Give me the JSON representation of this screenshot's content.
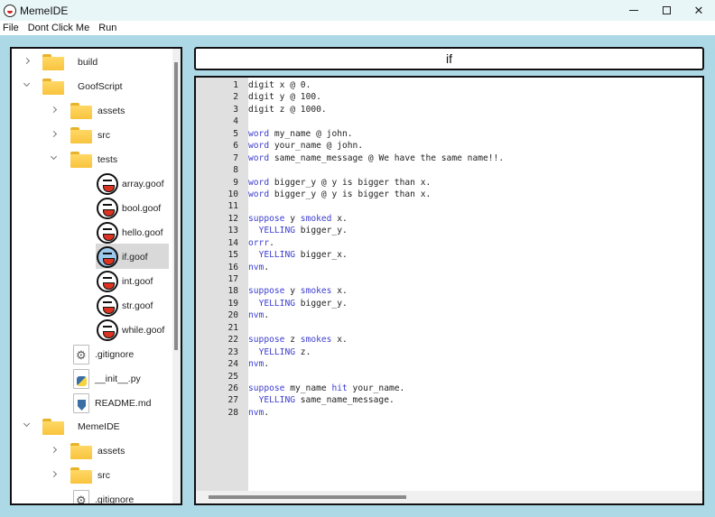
{
  "window": {
    "title": "MemeIDE",
    "controls": {
      "minimize": "minimize",
      "maximize": "maximize",
      "close": "✕"
    }
  },
  "menu": {
    "items": [
      {
        "label": "File"
      },
      {
        "label": "Dont Click Me"
      },
      {
        "label": "Run"
      }
    ]
  },
  "sidebar": {
    "items": [
      {
        "label": "build",
        "type": "folder",
        "expanded": false,
        "depth": 0
      },
      {
        "label": "GoofScript",
        "type": "folder",
        "expanded": true,
        "depth": 0
      },
      {
        "label": "assets",
        "type": "folder",
        "expanded": false,
        "depth": 1
      },
      {
        "label": "src",
        "type": "folder",
        "expanded": false,
        "depth": 1
      },
      {
        "label": "tests",
        "type": "folder",
        "expanded": true,
        "depth": 1
      },
      {
        "label": "array.goof",
        "type": "goof",
        "depth": 2
      },
      {
        "label": "bool.goof",
        "type": "goof",
        "depth": 2
      },
      {
        "label": "hello.goof",
        "type": "goof",
        "depth": 2
      },
      {
        "label": "if.goof",
        "type": "goof",
        "depth": 2,
        "selected": true
      },
      {
        "label": "int.goof",
        "type": "goof",
        "depth": 2
      },
      {
        "label": "str.goof",
        "type": "goof",
        "depth": 2
      },
      {
        "label": "while.goof",
        "type": "goof",
        "depth": 2
      },
      {
        "label": ".gitignore",
        "type": "gear-file",
        "depth": 1
      },
      {
        "label": "__init__.py",
        "type": "python-file",
        "depth": 1
      },
      {
        "label": "README.md",
        "type": "markdown-file",
        "depth": 1
      },
      {
        "label": "MemeIDE",
        "type": "folder",
        "expanded": true,
        "depth": 0
      },
      {
        "label": "assets",
        "type": "folder",
        "expanded": false,
        "depth": 1
      },
      {
        "label": "src",
        "type": "folder",
        "expanded": false,
        "depth": 1
      },
      {
        "label": ".gitignore",
        "type": "gear-file",
        "depth": 1
      }
    ]
  },
  "search": {
    "value": "if"
  },
  "editor": {
    "accent_keyword_color": "#3d3dcf",
    "lines": [
      {
        "n": "1",
        "code": "digit x @ 0."
      },
      {
        "n": "2",
        "code": "digit y @ 100."
      },
      {
        "n": "3",
        "code": "digit z @ 1000."
      },
      {
        "n": "4",
        "code": ""
      },
      {
        "n": "5",
        "code": "word my_name @ john."
      },
      {
        "n": "6",
        "code": "word your_name @ john."
      },
      {
        "n": "7",
        "code": "word same_name_message @ We have the same name!!."
      },
      {
        "n": "8",
        "code": ""
      },
      {
        "n": "9",
        "code": "word bigger_y @ y is bigger than x."
      },
      {
        "n": "10",
        "code": "word bigger_y @ y is bigger than x."
      },
      {
        "n": "11",
        "code": ""
      },
      {
        "n": "12",
        "code": "suppose y smoked x."
      },
      {
        "n": "13",
        "code": "  YELLING bigger_y."
      },
      {
        "n": "14",
        "code": "orrr."
      },
      {
        "n": "15",
        "code": "  YELLING bigger_x."
      },
      {
        "n": "16",
        "code": "nvm."
      },
      {
        "n": "17",
        "code": ""
      },
      {
        "n": "18",
        "code": "suppose y smokes x."
      },
      {
        "n": "19",
        "code": "  YELLING bigger_y."
      },
      {
        "n": "20",
        "code": "nvm."
      },
      {
        "n": "21",
        "code": ""
      },
      {
        "n": "22",
        "code": "suppose z smokes x."
      },
      {
        "n": "23",
        "code": "  YELLING z."
      },
      {
        "n": "24",
        "code": "nvm."
      },
      {
        "n": "25",
        "code": ""
      },
      {
        "n": "26",
        "code": "suppose my_name hit your_name."
      },
      {
        "n": "27",
        "code": "  YELLING same_name_message."
      },
      {
        "n": "28",
        "code": "nvm."
      }
    ],
    "keywords": [
      "word",
      "suppose",
      "smoked",
      "smokes",
      "hit",
      "YELLING",
      "orrr",
      "nvm"
    ]
  }
}
